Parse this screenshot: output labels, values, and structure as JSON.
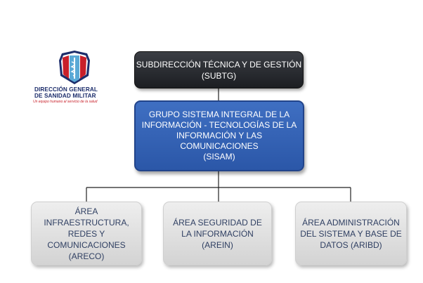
{
  "logo": {
    "line1": "DIRECCIÓN GENERAL",
    "line2": "DE SANIDAD MILITAR",
    "tagline": "Un equipo humano al servicio de la salud",
    "colors": {
      "navy": "#1c2d6b",
      "red": "#c8202a",
      "light_blue": "#5aa9d6"
    }
  },
  "top_unit": {
    "text": "SUBDIRECCIÓN TÉCNICA Y DE GESTIÓN\n(SUBTG)"
  },
  "group": {
    "text": "GRUPO  SISTEMA INTEGRAL DE LA INFORMACIÓN -  TECNOLOGÍAS DE LA INFORMACIÓN Y LAS COMUNICACIONES\n(SISAM)"
  },
  "areas": [
    {
      "text": "ÁREA\nINFRAESTRUCTURA,\nREDES Y\nCOMUNICACIONES\n(ARECO)"
    },
    {
      "text": "ÁREA SEGURIDAD DE LA INFORMACIÓN\n(AREIN)"
    },
    {
      "text": "ÁREA ADMINISTRACIÓN DEL SISTEMA Y BASE DE DATOS (ARIBD)"
    }
  ],
  "colors": {
    "top_fill": "#2a2d33",
    "group_fill": "#3563b5",
    "area_fill": "#e2e2e2",
    "area_text": "#2f3f62",
    "connector": "#222222"
  }
}
